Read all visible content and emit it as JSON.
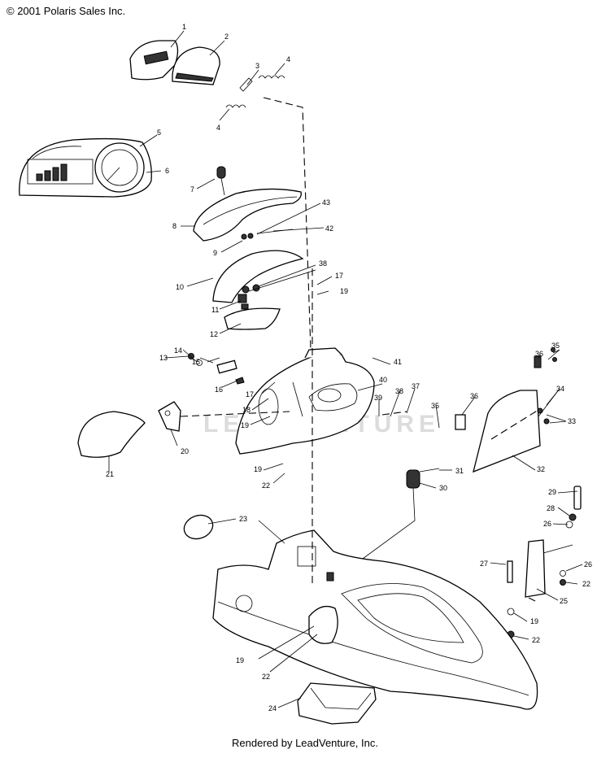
{
  "copyright": "© 2001 Polaris Sales Inc.",
  "footer": "Rendered by LeadVenture, Inc.",
  "watermark": "LEADVENTURE",
  "callouts": [
    "1",
    "2",
    "3",
    "4",
    "4",
    "5",
    "6",
    "7",
    "8",
    "9",
    "10",
    "11",
    "12",
    "13",
    "14",
    "15",
    "16",
    "17",
    "17",
    "18",
    "19",
    "19",
    "19",
    "19",
    "19",
    "20",
    "21",
    "22",
    "22",
    "22",
    "22",
    "23",
    "24",
    "25",
    "26",
    "26",
    "27",
    "28",
    "29",
    "30",
    "31",
    "32",
    "33",
    "34",
    "35",
    "35",
    "36",
    "36",
    "37",
    "38",
    "38",
    "39",
    "40",
    "41",
    "42",
    "43"
  ]
}
